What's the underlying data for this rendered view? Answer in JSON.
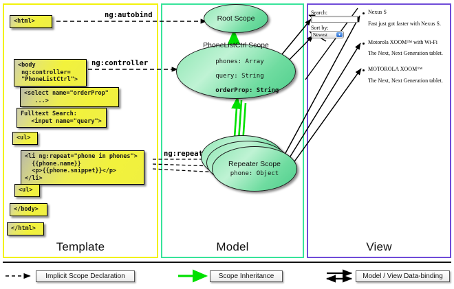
{
  "panels": {
    "template": {
      "label": "Template",
      "border_color": "#f2f20a"
    },
    "model": {
      "label": "Model",
      "border_color": "#37e39a"
    },
    "view": {
      "label": "View",
      "border_color": "#6f4bd8"
    }
  },
  "template_boxes": [
    {
      "name": "html-open",
      "text": "<html>"
    },
    {
      "name": "body-open",
      "text": "<body\n ng:controller=\n \"PhoneListCtrl\">"
    },
    {
      "name": "select",
      "text": "<select name=\"orderProp\"\n   ...>"
    },
    {
      "name": "fulltext",
      "text": "Fulltext Search:\n   <input name=\"query\">"
    },
    {
      "name": "ul-open",
      "text": "<ul>"
    },
    {
      "name": "li-repeat",
      "text": "<li ng:repeat=\"phone in phones\">\n  {{phone.name}}\n  <p>{{phone.snippet}}</p>\n</li>"
    },
    {
      "name": "ul-close",
      "text": "<ul>"
    },
    {
      "name": "body-close",
      "text": "</body>"
    },
    {
      "name": "html-close",
      "text": "</html>"
    }
  ],
  "connector_labels": {
    "autobind": "ng:autobind",
    "controller": "ng:controller",
    "repeat": "ng:repeat"
  },
  "model_scopes": [
    {
      "name": "root-scope",
      "title": "Root\nScope",
      "props": ""
    },
    {
      "name": "phonelistctrl-scope",
      "title": "PhoneListCtrl\nScope",
      "props_lines": [
        {
          "text": "phones: Array",
          "bold": false
        },
        {
          "text": "query: String",
          "bold": false
        },
        {
          "text": "orderProp: String",
          "bold": true
        }
      ]
    },
    {
      "name": "repeater-scope",
      "title": "Repeater\nScope",
      "props_lines": [
        {
          "text": "phone: Object",
          "bold": false
        }
      ]
    }
  ],
  "view": {
    "search_label": "Search:",
    "search_value": "",
    "sort_label": "Sort by:",
    "sort_selected": "Newest",
    "phones": [
      {
        "name": "Nexus S",
        "snippet": "Fast just got faster with Nexus S."
      },
      {
        "name": "Motorola XOOM™  with Wi-Fi",
        "snippet": "The Next, Next Generation tablet."
      },
      {
        "name": "MOTOROLA XOOM™",
        "snippet": "The Next, Next Generation tablet."
      }
    ]
  },
  "legend": [
    {
      "name": "implicit-scope-declaration",
      "label": "Implicit Scope Declaration",
      "style": "dashed-black"
    },
    {
      "name": "scope-inheritance",
      "label": "Scope Inheritance",
      "style": "solid-green"
    },
    {
      "name": "model-view-data-binding",
      "label": "Model / View Data-binding",
      "style": "double-black"
    }
  ],
  "colors": {
    "green_arrow": "#00e000",
    "yellow_panel": "#f2f20a",
    "green_panel": "#37e39a",
    "purple_panel": "#6f4bd8"
  }
}
